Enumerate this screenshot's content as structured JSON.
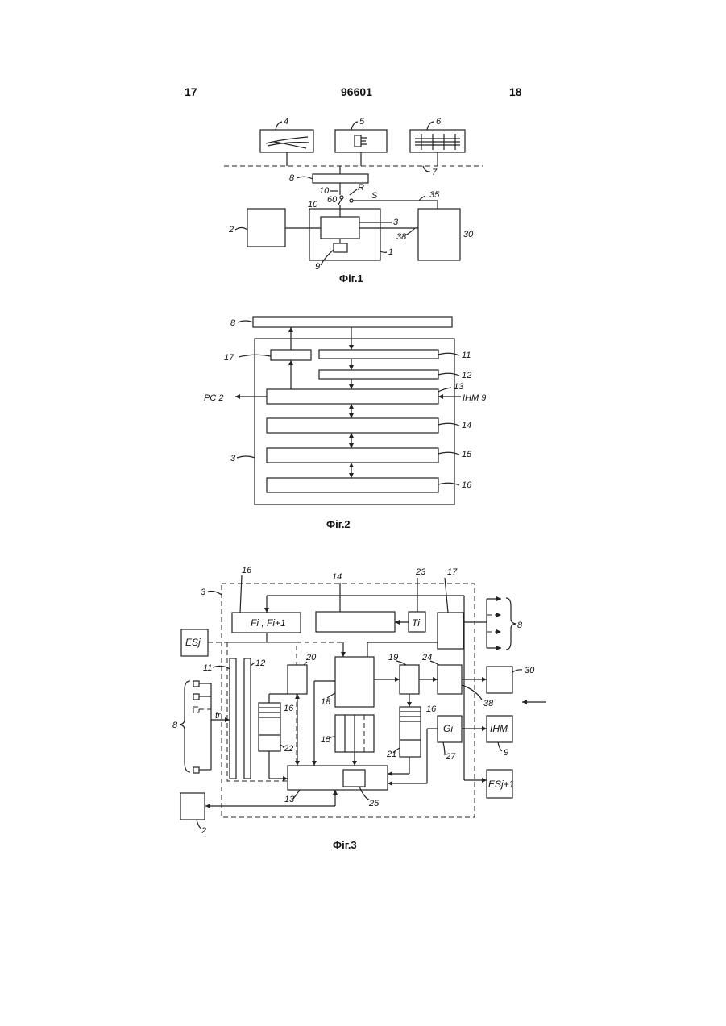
{
  "header": {
    "left_page": "17",
    "patent_number": "96601",
    "right_page": "18"
  },
  "fig1": {
    "caption": "Фіг.1",
    "labels": {
      "n4": "4",
      "n5": "5",
      "n6": "6",
      "n7": "7",
      "n8": "8",
      "n10a": "10",
      "n10b": "10",
      "R": "R",
      "S": "S",
      "n60": "60",
      "n35": "35",
      "n2": "2",
      "n3": "3",
      "n38": "38",
      "n30": "30",
      "n9": "9",
      "n1": "1"
    }
  },
  "fig2": {
    "caption": "Фіг.2",
    "labels": {
      "n8": "8",
      "n17": "17",
      "n11": "11",
      "n12": "12",
      "n13": "13",
      "pc2": "PC 2",
      "ihm9": "IHM 9",
      "n14": "14",
      "n3": "3",
      "n15": "15",
      "n16": "16"
    }
  },
  "fig3": {
    "caption": "Фіг.3",
    "labels": {
      "n3": "3",
      "n16top": "16",
      "n14": "14",
      "n23": "23",
      "n17": "17",
      "fi": "Fi , Fi+1",
      "ti": "Ti",
      "esj": "ESj",
      "n8right": "8",
      "n11": "11",
      "n12": "12",
      "n20": "20",
      "n19": "19",
      "n24": "24",
      "n30": "30",
      "n18": "18",
      "n16a": "16",
      "n16b": "16",
      "tr": "tr",
      "n8left": "8",
      "n38": "38",
      "gi": "Gi",
      "ihm": "IHM",
      "n15": "15",
      "n22": "22",
      "n21": "21",
      "n27": "27",
      "n9": "9",
      "n13": "13",
      "n25": "25",
      "esj1": "ESj+1",
      "n2": "2"
    }
  }
}
